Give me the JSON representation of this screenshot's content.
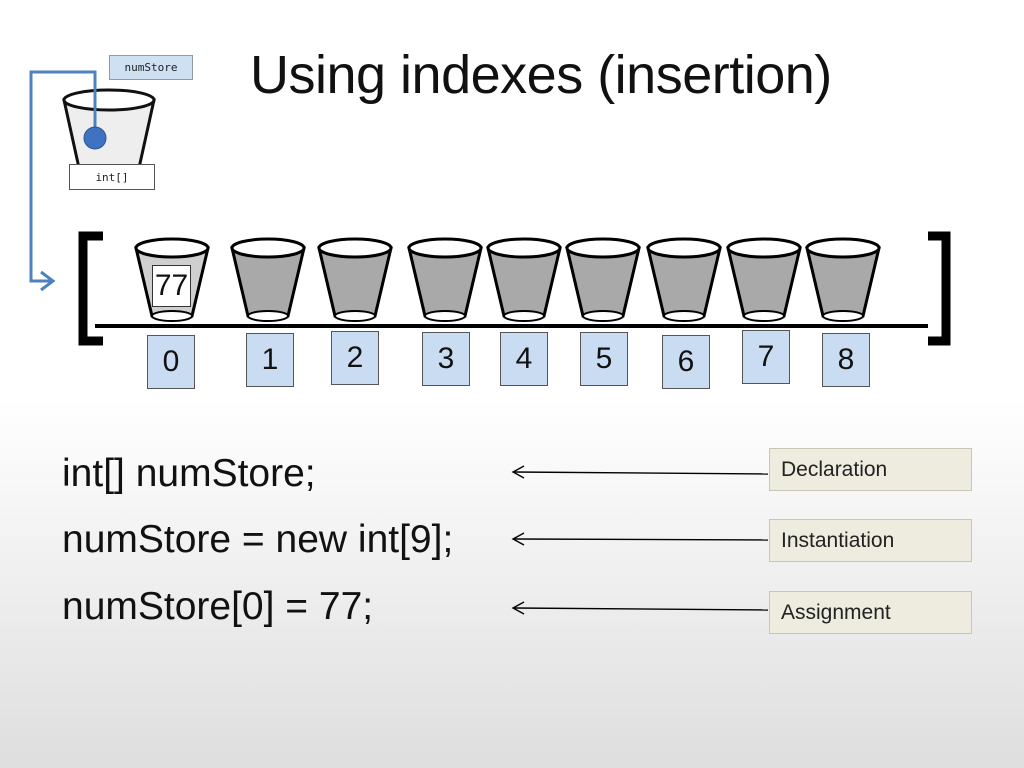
{
  "title": "Using indexes (insertion)",
  "variable": {
    "name": "numStore",
    "type": "int[]"
  },
  "array": {
    "indices": [
      "0",
      "1",
      "2",
      "3",
      "4",
      "5",
      "6",
      "7",
      "8"
    ],
    "slot0_value": "77"
  },
  "code_lines": [
    {
      "code": "int[] numStore;",
      "label": "Declaration"
    },
    {
      "code": "numStore = new int[9];",
      "label": "Instantiation"
    },
    {
      "code": "numStore[0] = 77;",
      "label": "Assignment"
    }
  ]
}
